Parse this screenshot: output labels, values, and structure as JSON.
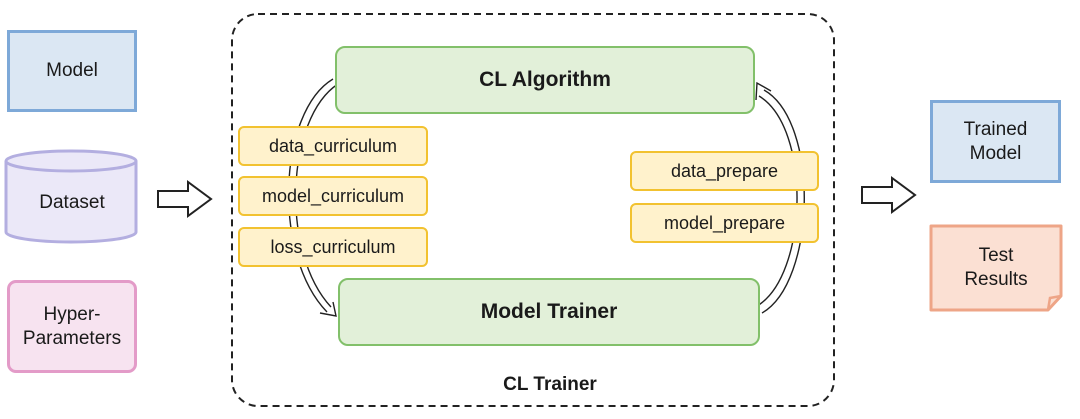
{
  "inputs": {
    "model": "Model",
    "dataset": "Dataset",
    "hyper_line1": "Hyper-",
    "hyper_line2": "Parameters"
  },
  "cl_trainer": {
    "label": "CL Trainer",
    "cl_algorithm": "CL Algorithm",
    "model_trainer": "Model Trainer",
    "left_items": [
      "data_curriculum",
      "model_curriculum",
      "loss_curriculum"
    ],
    "right_items": [
      "data_prepare",
      "model_prepare"
    ]
  },
  "outputs": {
    "trained_line1": "Trained",
    "trained_line2": "Model",
    "test_line1": "Test",
    "test_line2": "Results"
  },
  "colors": {
    "blue_fill": "#dbe7f3",
    "blue_border": "#7ea9d8",
    "purple_fill": "#ebe8f8",
    "purple_border": "#b3aee0",
    "pink_fill": "#f7e3f0",
    "pink_border": "#e39bc8",
    "green_fill": "#e2f0d9",
    "green_border": "#82c06a",
    "yellow_fill": "#fff2cc",
    "yellow_border": "#f2c230",
    "orange_fill": "#fbe0d3",
    "orange_border": "#eea587"
  }
}
